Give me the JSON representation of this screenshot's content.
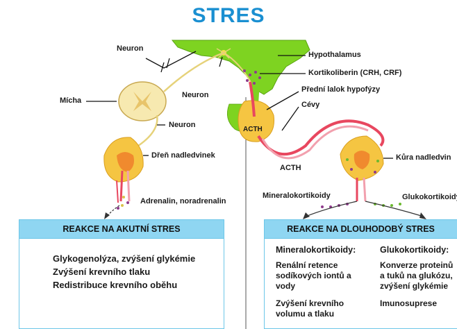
{
  "title": "STRES",
  "labels": {
    "neuron_top": "Neuron",
    "neuron_mid": "Neuron",
    "neuron_low": "Neuron",
    "micha": "Mícha",
    "hypothalamus": "Hypothalamus",
    "kortikoliberin": "Kortikoliberin (CRH, CRF)",
    "predni_lalok": "Přední lalok hypofýzy",
    "cevy": "Cévy",
    "dren": "Dřeň nadledvinek",
    "kura": "Kůra nadledvin",
    "acth_inside": "ACTH",
    "acth_below": "ACTH",
    "adrenalin": "Adrenalin, noradrenalin",
    "mineralokortikoidy": "Mineralokortikoidy",
    "glukokortikoidy": "Glukokortikoidy"
  },
  "panels": {
    "acute": {
      "header": "REAKCE NA AKUTNÍ STRES",
      "lines": [
        "Glykogenolýza, zvýšení glykémie",
        "Zvýšení krevního tlaku",
        "Redistribuce krevního oběhu"
      ]
    },
    "chronic": {
      "header": "REAKCE NA DLOUHODOBÝ STRES",
      "left_title": "Mineralokortikoidy:",
      "left_items": [
        [
          "Renální retence",
          "sodíkových iontů a",
          "vody"
        ],
        [
          "Zvýšení krevního",
          "volumu a tlaku"
        ]
      ],
      "right_title": "Glukokortikoidy:",
      "right_items": [
        [
          "Konverze proteinů",
          "a tuků na glukózu,",
          "zvýšení glykémie"
        ],
        [
          "Imunosuprese"
        ]
      ]
    }
  },
  "colors": {
    "title": "#1a8fd1",
    "hypothalamus": "#7ed321",
    "gland": "#f5c542",
    "vessel_red": "#e8475f",
    "vessel_pink": "#f2a0ae",
    "nerve": "#e6d27a",
    "panel_header": "#8fd6f2",
    "dots_purple": "#8e3a8c",
    "dots_green": "#6bb82f"
  }
}
